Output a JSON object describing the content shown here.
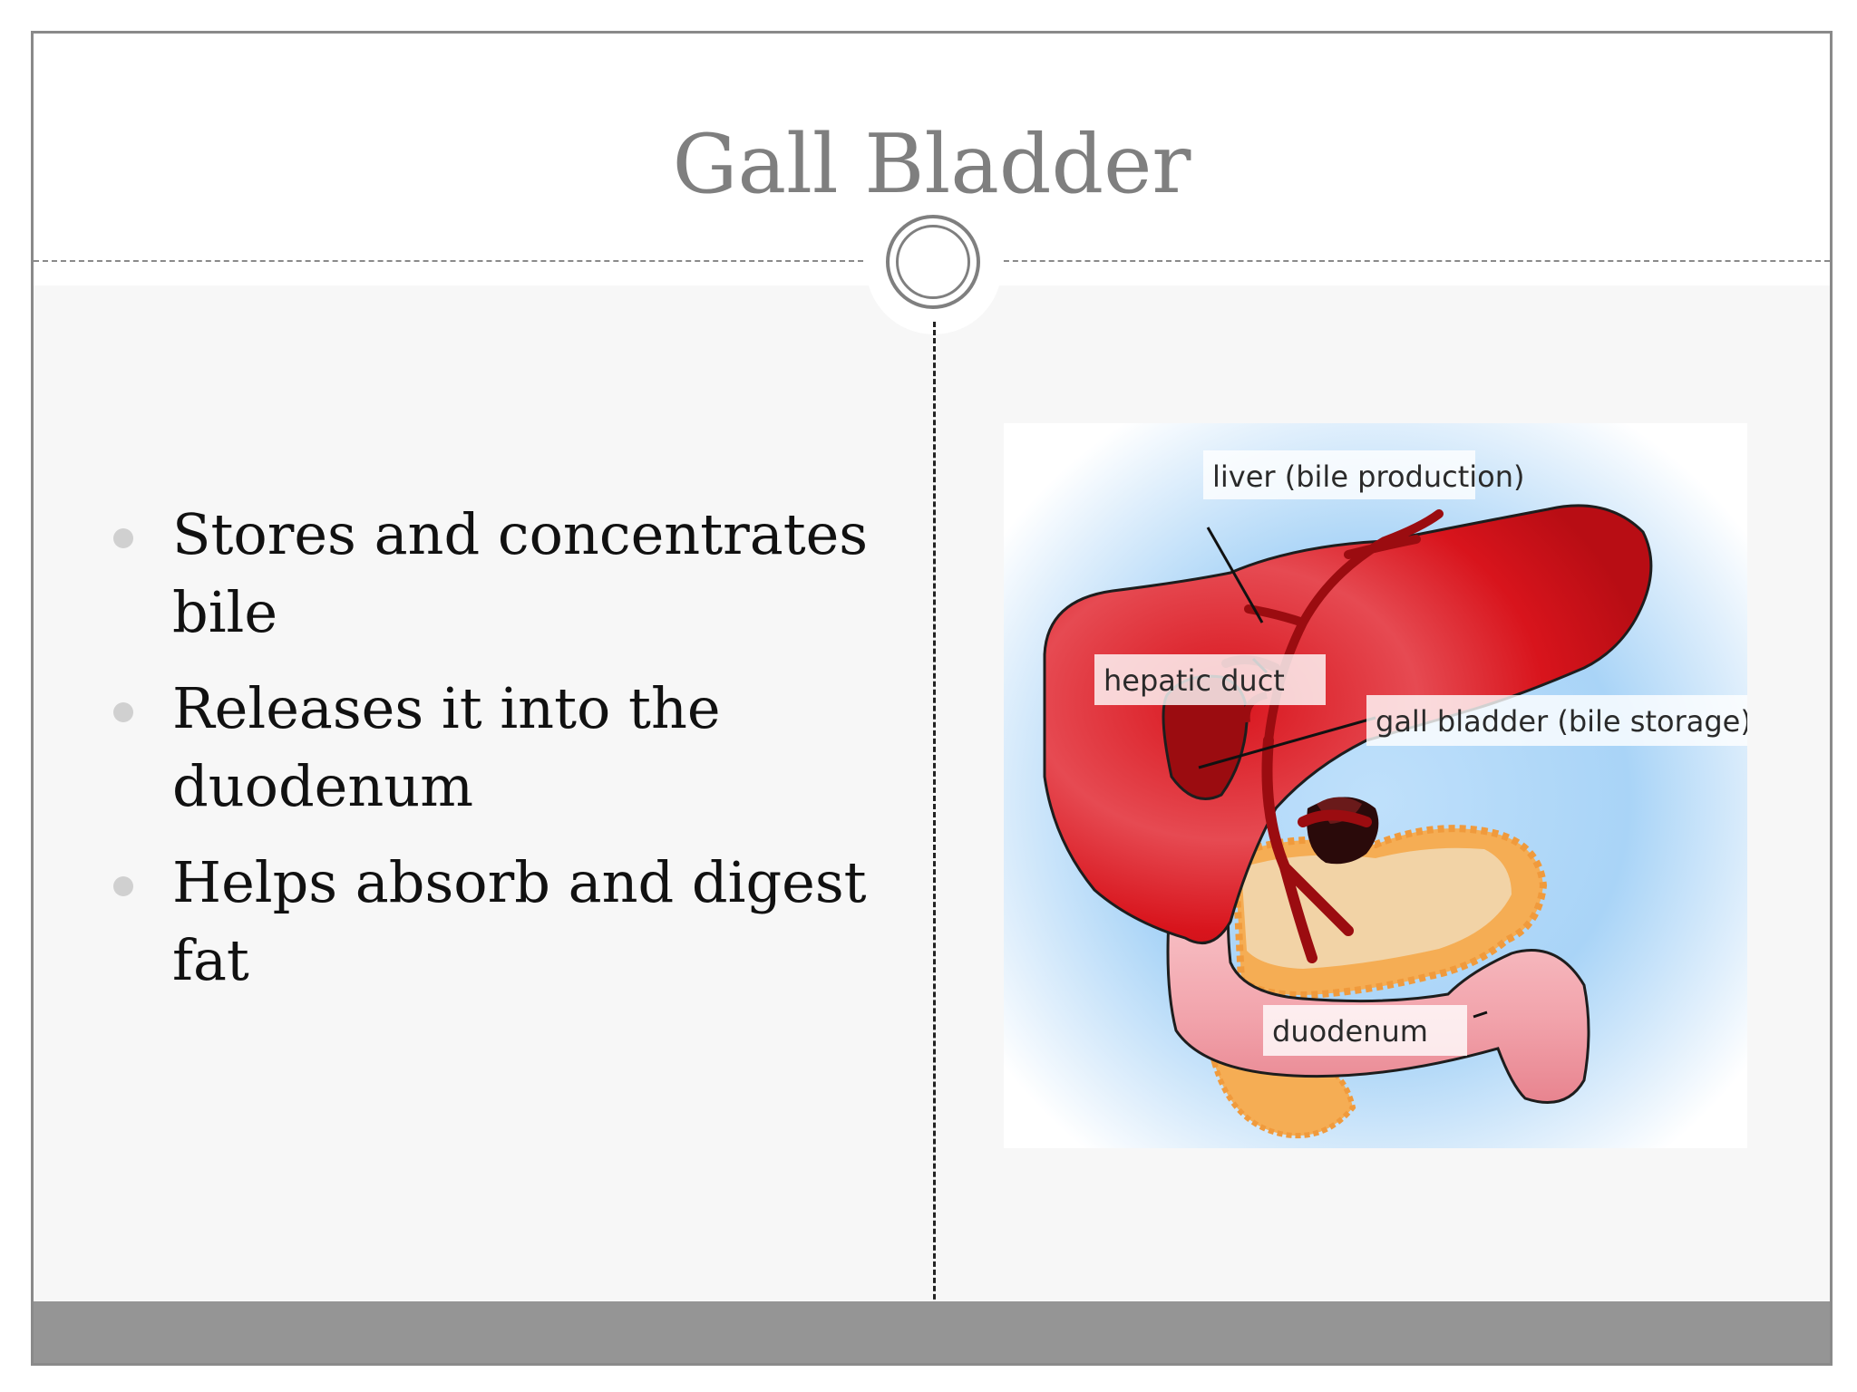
{
  "slide": {
    "title": "Gall Bladder",
    "bullets": [
      "Stores and concentrates bile",
      "Releases it into the duodenum",
      "Helps absorb and digest fat"
    ]
  },
  "diagram": {
    "labels": {
      "liver": "liver (bile production)",
      "hepatic_duct": "hepatic duct",
      "gall_bladder": "gall bladder (bile storage)",
      "duodenum": "duodenum"
    }
  },
  "colors": {
    "title_gray": "#7f7f7f",
    "content_background": "#f7f7f7",
    "bottom_bar": "#959595",
    "liver_red": "#d8141c",
    "bile_dark_red": "#9b0c10",
    "duodenum_pink": "#f2a4ac",
    "pancreas_orange": "#f5ad54",
    "diagram_sky_blue": "#a9d4f7"
  }
}
